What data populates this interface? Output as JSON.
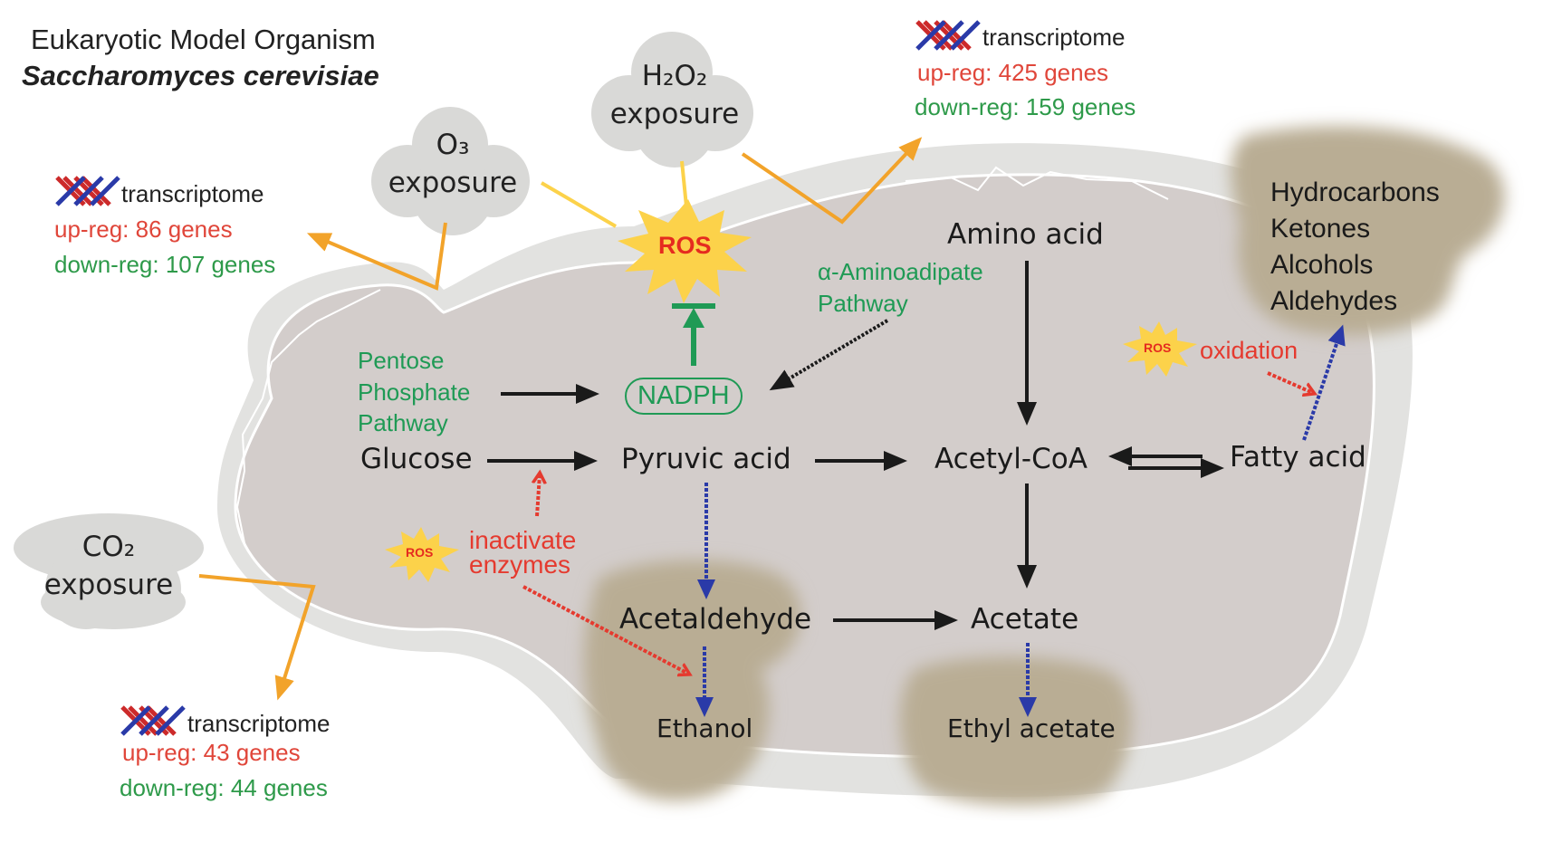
{
  "header": {
    "title": "Eukaryotic Model Organism",
    "organism": "Saccharomyces cerevisiae"
  },
  "exposures": {
    "o3": {
      "formula": "O₃",
      "label": "exposure"
    },
    "h2o2": {
      "formula": "H₂O₂",
      "label": "exposure"
    },
    "co2": {
      "formula": "CO₂",
      "label": "exposure"
    }
  },
  "transcriptomes": {
    "o3": {
      "label": "transcriptome",
      "up": "up-reg: 86 genes",
      "down": "down-reg: 107 genes"
    },
    "h2o2": {
      "label": "transcriptome",
      "up": "up-reg: 425 genes",
      "down": "down-reg: 159 genes"
    },
    "co2": {
      "label": "transcriptome",
      "up": "up-reg: 43 genes",
      "down": "down-reg: 44 genes"
    }
  },
  "ros": {
    "main": "ROS",
    "oxidation_badge": "ROS",
    "enzymes_badge": "ROS"
  },
  "pathways": {
    "pentose": [
      "Pentose",
      "Phosphate",
      "Pathway"
    ],
    "aminoadipate": [
      "α-Aminoadipate",
      "Pathway"
    ],
    "nadph": "NADPH"
  },
  "nodes": {
    "glucose": "Glucose",
    "pyruvic_acid": "Pyruvic acid",
    "acetyl_coa": "Acetyl-CoA",
    "fatty_acid": "Fatty acid",
    "amino_acid": "Amino acid",
    "acetaldehyde": "Acetaldehyde",
    "acetate": "Acetate",
    "ethanol": "Ethanol",
    "ethyl_acetate": "Ethyl acetate"
  },
  "effects": {
    "oxidation": "oxidation",
    "inactivate": [
      "inactivate",
      "enzymes"
    ]
  },
  "products": [
    "Hydrocarbons",
    "Ketones",
    "Alcohols",
    "Aldehydes"
  ],
  "colors": {
    "up": "#e0463a",
    "down": "#2e9a4a",
    "pathway_green": "#1f9a55",
    "exposure_arrow": "#f2a32a",
    "ros_star": "#fcd24a",
    "ros_text": "#e52b1f",
    "blue_dotted": "#2a3aa8",
    "cell_fill": "#d3cdcb",
    "cell_wall": "#e3e3e1",
    "volatile_blob": "#b9ad94"
  }
}
